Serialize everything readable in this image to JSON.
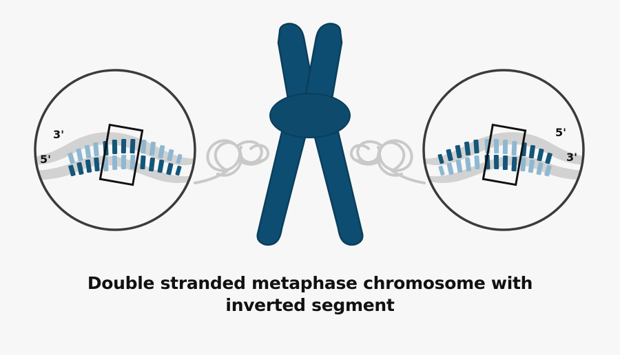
{
  "figure": {
    "title": "Double stranded metaphase chromosome with inverted segment",
    "caption_line1": "Double stranded metaphase chromosome with",
    "caption_line2": "inverted segment",
    "background_color": "#f7f7f7"
  },
  "colors": {
    "chromosome_fill": "#0d4d72",
    "chromosome_outline": "#0a3e5c",
    "centromere_fill": "#0d4a6b",
    "dna_backbone": "#d2d2d2",
    "base_dark": "#14567a",
    "base_light": "#8fb8d0",
    "circle_stroke": "#3b3b3b",
    "inversion_box_stroke": "#111111",
    "chromatin_loop": "#c9c9c9",
    "text": "#111111"
  },
  "chromosome": {
    "name": "metaphase-chromosome",
    "shape": "X",
    "centromere": "constriction-oval",
    "sister_chromatids": 2
  },
  "left_callout": {
    "name": "left-dna-callout",
    "circle_radius": 118,
    "labels": {
      "top": "3'",
      "bottom": "5'"
    },
    "segment_state": "inverted",
    "base_pair_count": 16,
    "orientation": "light-top-dark-bottom",
    "inside_box_orientation": "dark-top-light-bottom",
    "box_rotation_deg": 10
  },
  "right_callout": {
    "name": "right-dna-callout",
    "circle_radius": 118,
    "labels": {
      "top": "5'",
      "bottom": "3'"
    },
    "segment_state": "inverted",
    "base_pair_count": 16,
    "orientation": "dark-top-light-bottom",
    "inside_box_orientation": "light-top-dark-bottom",
    "box_rotation_deg": 10
  },
  "connectors": {
    "left": "chromatin-loop-left",
    "right": "chromatin-loop-right"
  }
}
